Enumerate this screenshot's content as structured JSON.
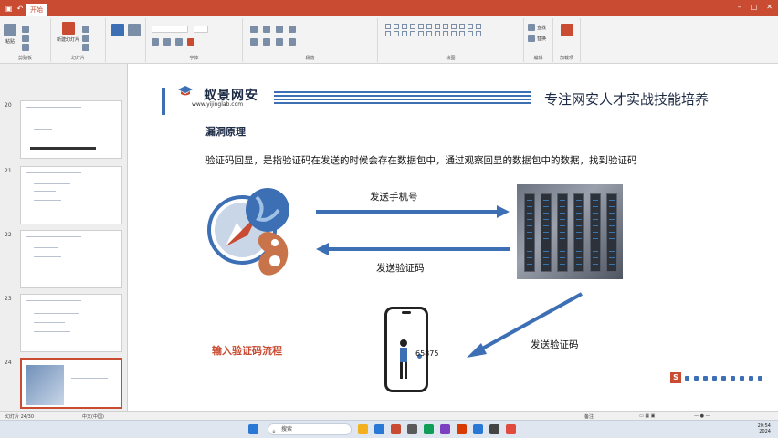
{
  "titlebar": {
    "tab_label": "开始",
    "window_title": "",
    "controls": [
      "–",
      "□",
      "✕"
    ]
  },
  "ribbon": {
    "groups": [
      "剪贴板",
      "幻灯片",
      "字体",
      "段落",
      "绘图",
      "编辑",
      "加载项"
    ],
    "buttons": [
      "新建幻灯片",
      "粘贴",
      "替换",
      "查找"
    ]
  },
  "sidebar": {
    "slide_numbers": [
      "20",
      "21",
      "22",
      "23",
      "24"
    ]
  },
  "slide": {
    "brand_name": "蚁景网安",
    "brand_url": "www.yijinglab.com",
    "slogan": "专注网安人才实战技能培养",
    "section_title": "漏洞原理",
    "description": "验证码回显，是指验证码在发送的时候会存在数据包中，通过观察回显的数据包中的数据，找到验证码",
    "arrow_send_phone": "发送手机号",
    "arrow_send_code_back": "发送验证码",
    "arrow_send_code_phone": "发送验证码",
    "phone_code": "65875",
    "flow_title": "输入验证码流程",
    "colors": {
      "accent_blue": "#3d6fb5",
      "accent_red": "#c84b32",
      "dark_text": "#1c2a44"
    }
  },
  "statusbar": {
    "left": "幻灯片 24/30",
    "lang": "中文(中国)",
    "right": "备注"
  },
  "taskbar": {
    "search_placeholder": "搜索",
    "time": "20:54",
    "date": "2024"
  }
}
